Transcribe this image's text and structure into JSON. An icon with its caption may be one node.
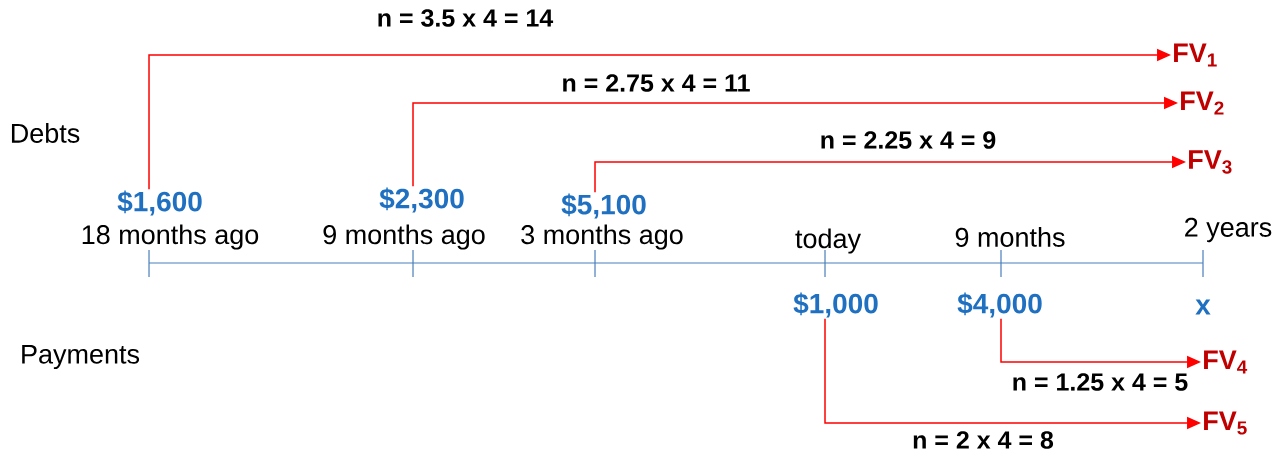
{
  "diagram": {
    "nodes": [
      {
        "text": [
          "$1,600"
        ]
      },
      {
        "text": [
          "$2,300"
        ]
      },
      {
        "text": [
          "$5,100"
        ]
      },
      {
        "text": [
          "$1,000"
        ]
      },
      {
        "text": [
          "$4,000"
        ]
      },
      {
        "text": [
          "FV$_{1}$"
        ]
      },
      {
        "text": [
          "FV$_{2}$"
        ]
      },
      {
        "text": [
          "FV$_{3}$"
        ]
      },
      {
        "text": [
          "FV$_{4}$"
        ]
      },
      {
        "text": [
          "FV$_{5}$"
        ]
      }
    ],
    "edges": [
      {
        "from": 0,
        "to": 5,
        "arrow": "to",
        "label": "n = 3.5 x 4 = 14"
      },
      {
        "from": 1,
        "to": 6,
        "arrow": "to",
        "label": "n = 2.75 x 4 = 11"
      },
      {
        "from": 2,
        "to": 7,
        "arrow": "to",
        "label": "n = 2.25 x 4 = 9"
      },
      {
        "from": 4,
        "to": 8,
        "arrow": "to",
        "label": "n = 1.25 x 4 = 5"
      },
      {
        "from": 3,
        "to": 9,
        "arrow": "to",
        "label": "n = 2 x 4 = 8"
      }
    ],
    "labels": [
      "Debts",
      "18 months ago",
      "9 months ago",
      "3 months ago",
      "today",
      "9 months",
      "2 years",
      "x",
      "Payments"
    ]
  }
}
